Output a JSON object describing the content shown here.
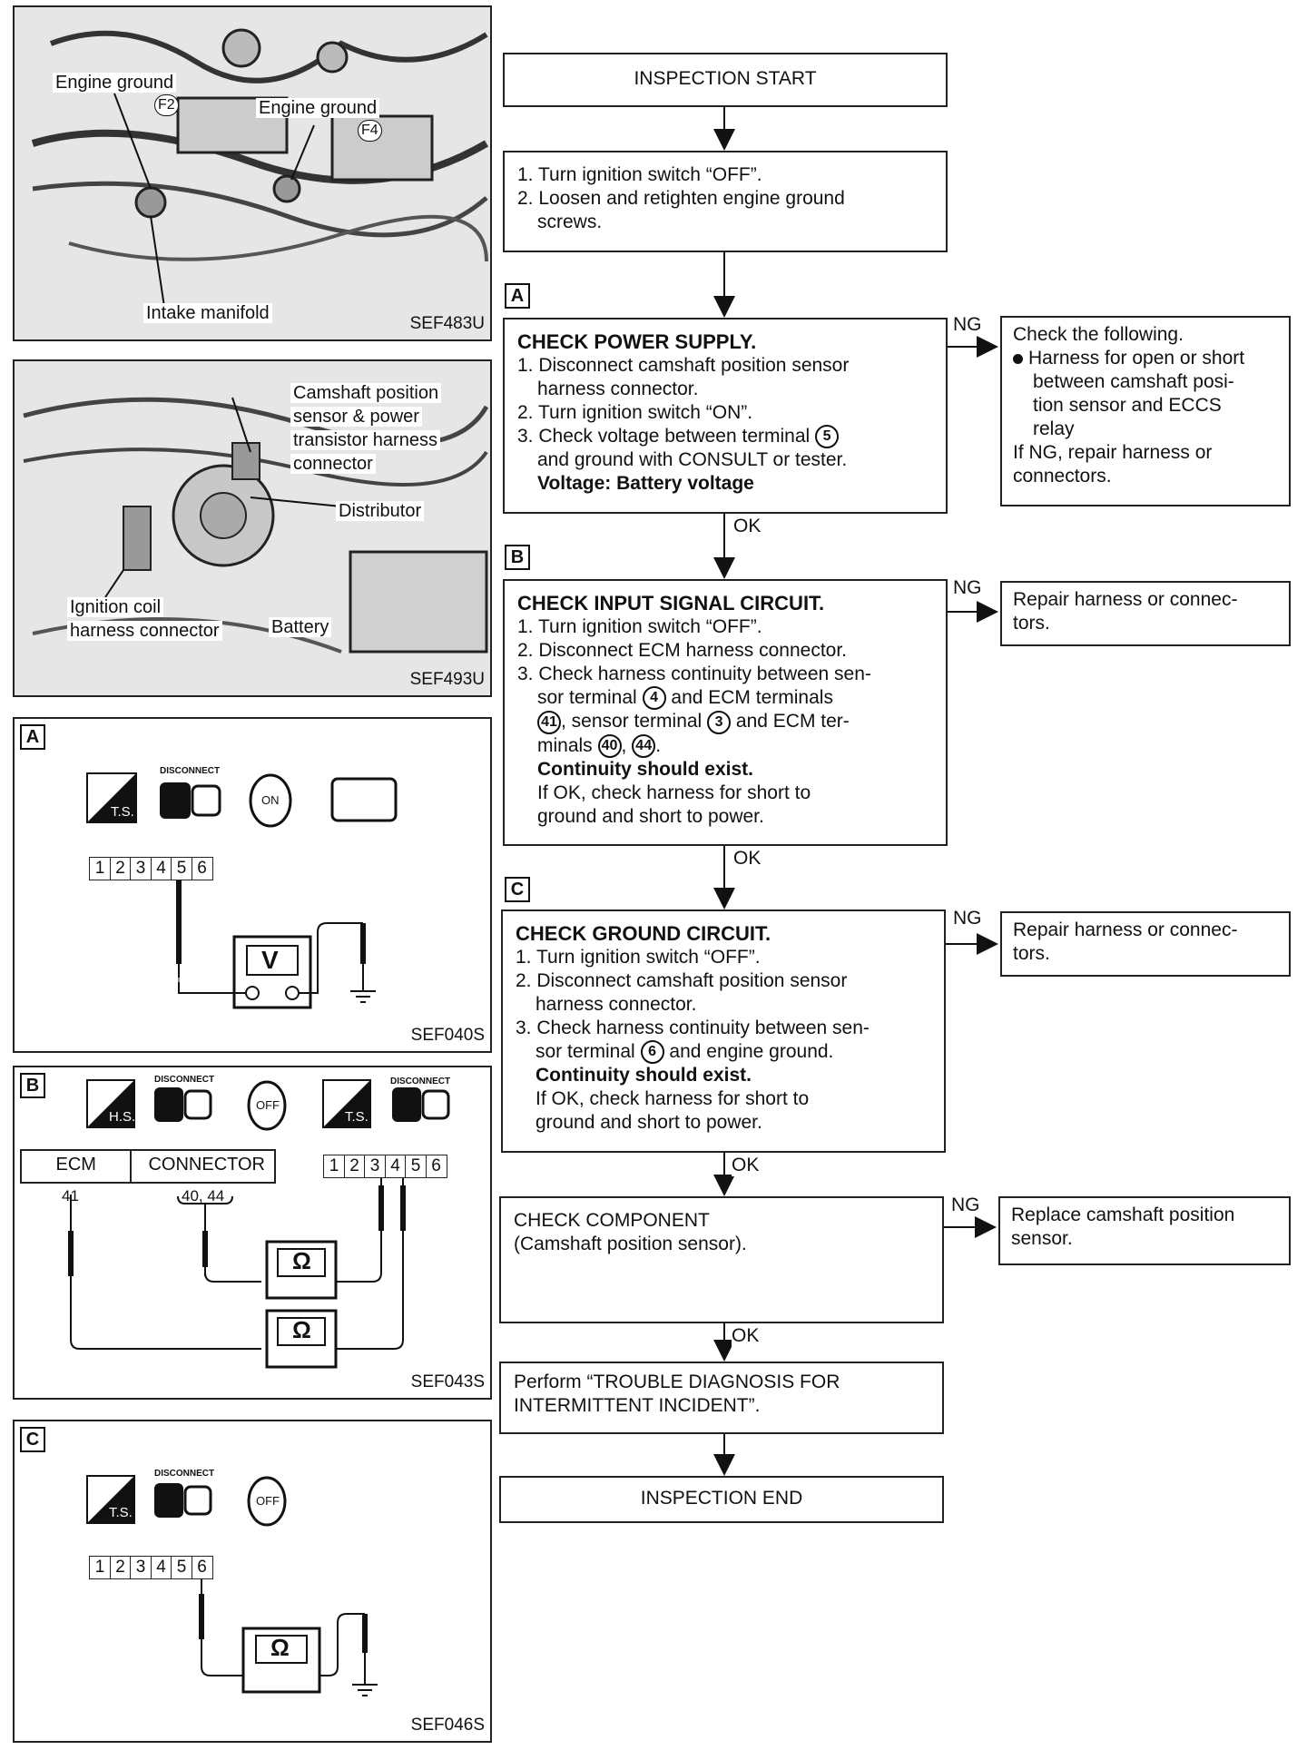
{
  "figures": {
    "photo1": {
      "code": "SEF483U",
      "labels": {
        "engine_ground_1": "Engine ground",
        "f2": "F2",
        "engine_ground_2": "Engine ground",
        "f4": "F4",
        "intake_manifold": "Intake manifold"
      }
    },
    "photo2": {
      "code": "SEF493U",
      "labels": {
        "camshaft_1": "Camshaft position",
        "camshaft_2": "sensor & power",
        "camshaft_3": "transistor harness",
        "camshaft_4": "connector",
        "distributor": "Distributor",
        "ignition_1": "Ignition coil",
        "ignition_2": "harness connector",
        "battery": "Battery"
      }
    },
    "diagA": {
      "letter": "A",
      "code": "SEF040S",
      "disconnect": "DISCONNECT",
      "ts": "T.S.",
      "key": "ON",
      "meter": "V",
      "terminals": [
        "1",
        "2",
        "3",
        "4",
        "5",
        "6"
      ]
    },
    "diagB": {
      "letter": "B",
      "code": "SEF043S",
      "disconnect1": "DISCONNECT",
      "disconnect2": "DISCONNECT",
      "hs": "H.S.",
      "ts": "T.S.",
      "key": "OFF",
      "ecm": "ECM",
      "connector": "CONNECTOR",
      "pin41": "41",
      "pins4044": "40, 44",
      "meter": "Ω",
      "terminals": [
        "1",
        "2",
        "3",
        "4",
        "5",
        "6"
      ]
    },
    "diagC": {
      "letter": "C",
      "code": "SEF046S",
      "disconnect": "DISCONNECT",
      "ts": "T.S.",
      "key": "OFF",
      "meter": "Ω",
      "terminals": [
        "1",
        "2",
        "3",
        "4",
        "5",
        "6"
      ]
    }
  },
  "flow": {
    "start": "INSPECTION START",
    "step1": [
      "1. Turn ignition switch “OFF”.",
      "2. Loosen and retighten engine ground",
      "screws."
    ],
    "A": {
      "letter": "A",
      "title": "CHECK POWER SUPPLY.",
      "items": [
        "1. Disconnect camshaft position sensor",
        "harness connector.",
        "2. Turn ignition switch “ON”.",
        "3. Check voltage between terminal",
        "5",
        "and ground with CONSULT or tester."
      ],
      "spec": "Voltage: Battery voltage",
      "ng": "NG",
      "ok": "OK",
      "ng_title": "Check the following.",
      "ng_items": [
        "Harness for open or short",
        "between camshaft posi-",
        "tion sensor and ECCS",
        "relay"
      ],
      "ng_tail": [
        "If NG, repair harness or",
        "connectors."
      ]
    },
    "B": {
      "letter": "B",
      "title": "CHECK INPUT SIGNAL CIRCUIT.",
      "l1": "1. Turn ignition switch “OFF”.",
      "l2": "2. Disconnect ECM harness connector.",
      "l3": "3. Check harness continuity between sen-",
      "l4a": "sor terminal",
      "t4": "4",
      "l4b": "and ECM terminals",
      "t41": "41",
      "l5a": ", sensor terminal",
      "t3": "3",
      "l5b": "and ECM ter-",
      "l6a": "minals",
      "t40": "40",
      "t44": "44",
      "spec": "Continuity should exist.",
      "note1": "If OK, check harness for short to",
      "note2": "ground and short to power.",
      "ng": "NG",
      "ok": "OK",
      "ng_text": [
        "Repair harness or connec-",
        "tors."
      ]
    },
    "C": {
      "letter": "C",
      "title": "CHECK GROUND CIRCUIT.",
      "l1": "1. Turn ignition switch “OFF”.",
      "l2": "2. Disconnect camshaft position sensor",
      "l2b": "harness connector.",
      "l3": "3. Check harness continuity between sen-",
      "l4a": "sor terminal",
      "t6": "6",
      "l4b": "and engine ground.",
      "spec": "Continuity should exist.",
      "note1": "If OK, check harness for short to",
      "note2": "ground and short to power.",
      "ng": "NG",
      "ok": "OK",
      "ng_text": [
        "Repair harness or connec-",
        "tors."
      ]
    },
    "D": {
      "l1": "CHECK COMPONENT",
      "l2": "(Camshaft position sensor).",
      "ng": "NG",
      "ok": "OK",
      "ng_text": [
        "Replace camshaft position",
        "sensor."
      ]
    },
    "perform": [
      "Perform “TROUBLE DIAGNOSIS FOR",
      "INTERMITTENT INCIDENT”."
    ],
    "end": "INSPECTION END"
  },
  "colors": {
    "ink": "#111111",
    "paper": "#ffffff",
    "photo_tone": "#d9d9d9"
  }
}
